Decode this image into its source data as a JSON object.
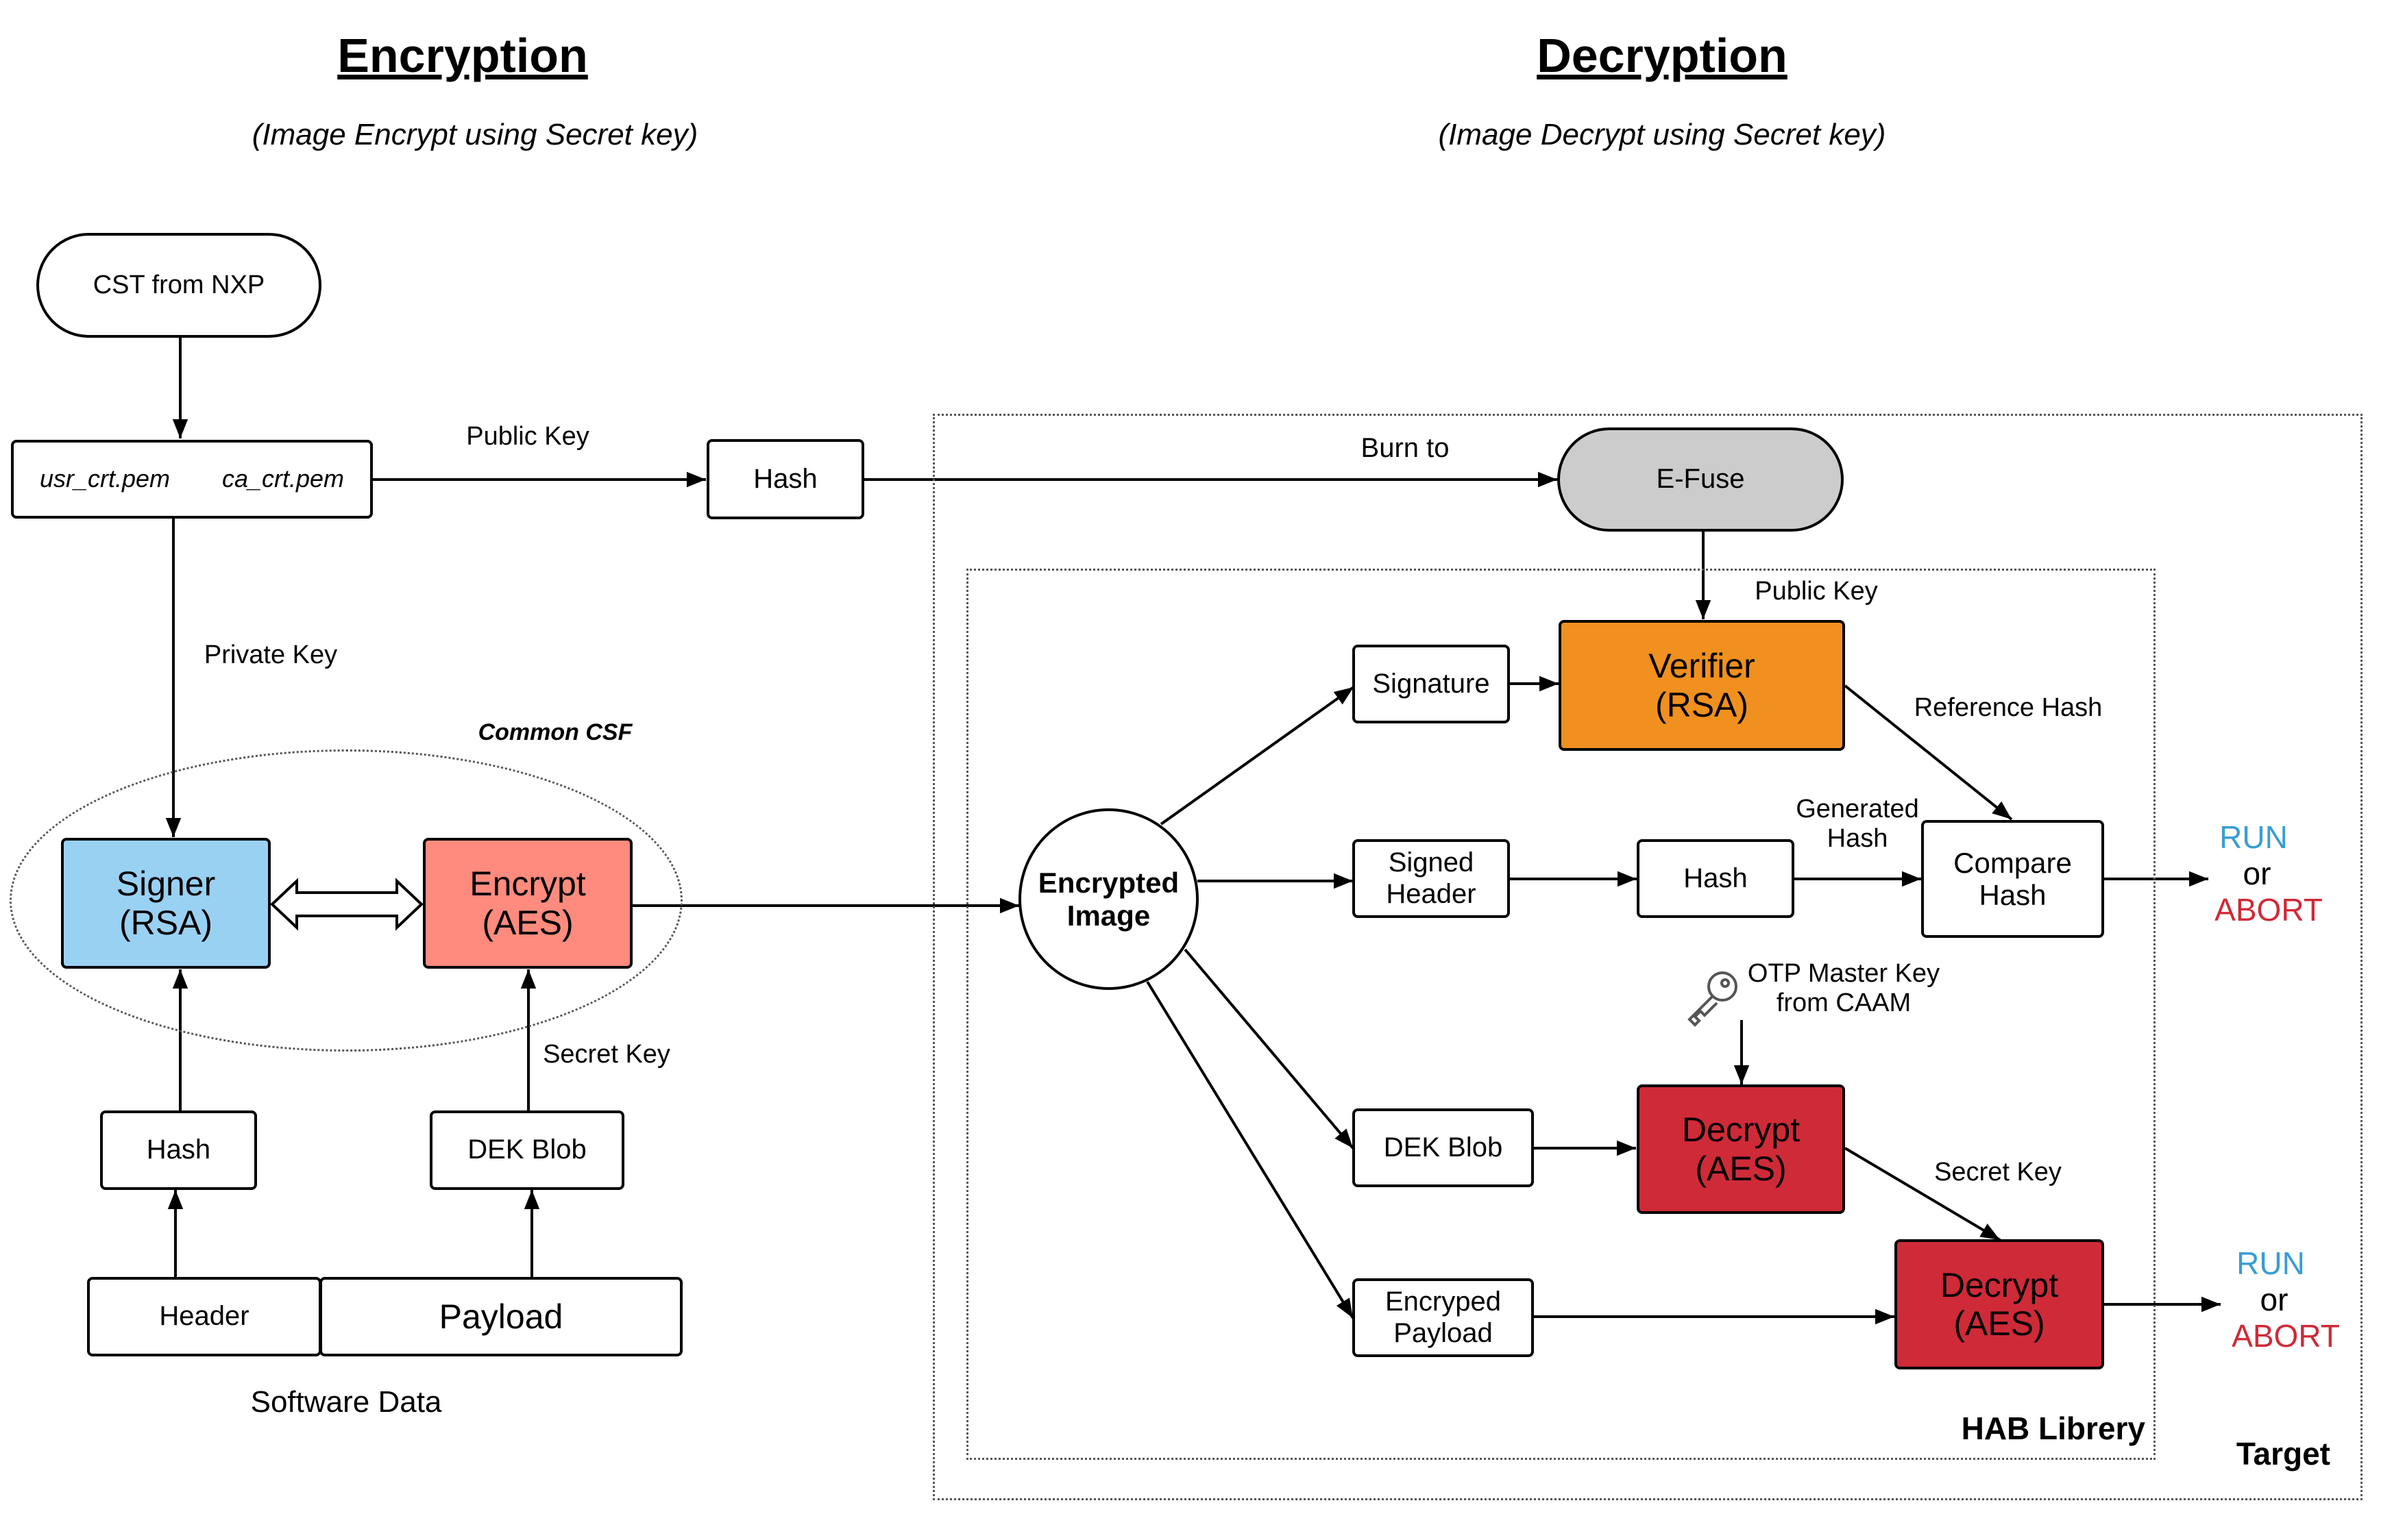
{
  "headings": {
    "encryption": "Encryption",
    "encryption_sub": "(Image Encrypt using Secret key)",
    "decryption": "Decryption",
    "decryption_sub": "(Image Decrypt using Secret key)"
  },
  "encryption": {
    "cst": "CST from NXP",
    "usr_crt": "usr_crt.pem",
    "ca_crt": "ca_crt.pem",
    "public_key_label": "Public Key",
    "hash_top": "Hash",
    "private_key_label": "Private Key",
    "common_csf": "Common CSF",
    "signer_line1": "Signer",
    "signer_line2": "(RSA)",
    "encrypt_line1": "Encrypt",
    "encrypt_line2": "(AES)",
    "secret_key_label": "Secret Key",
    "hash_bottom": "Hash",
    "dek_blob": "DEK Blob",
    "header": "Header",
    "payload": "Payload",
    "software_data": "Software Data"
  },
  "decryption": {
    "burn_to": "Burn to",
    "efuse": "E-Fuse",
    "public_key_label": "Public Key",
    "signature": "Signature",
    "verifier_line1": "Verifier",
    "verifier_line2": "(RSA)",
    "reference_hash": "Reference Hash",
    "encrypted_image_line1": "Encrypted",
    "encrypted_image_line2": "Image",
    "signed_header_line1": "Signed",
    "signed_header_line2": "Header",
    "hash": "Hash",
    "generated_hash_line1": "Generated",
    "generated_hash_line2": "Hash",
    "compare_hash_line1": "Compare",
    "compare_hash_line2": "Hash",
    "otp_line1": "OTP Master Key",
    "otp_line2": "from CAAM",
    "dek_blob": "DEK Blob",
    "decrypt1_line1": "Decrypt",
    "decrypt1_line2": "(AES)",
    "secret_key_label": "Secret Key",
    "encrypted_payload_line1": "Encryped",
    "encrypted_payload_line2": "Payload",
    "decrypt2_line1": "Decrypt",
    "decrypt2_line2": "(AES)",
    "hab_library": "HAB Librery",
    "target": "Target"
  },
  "outcomes": {
    "run": "RUN",
    "or": "or",
    "abort": "ABORT"
  },
  "colors": {
    "signer": "#99d1f3",
    "encrypt_aes": "#fe8b7d",
    "verifier": "#f0901f",
    "decrypt_aes": "#cf2a38",
    "efuse": "#cccccc",
    "run": "#3a9dd2",
    "abort": "#cf2a38"
  },
  "icons": {
    "key": "key-icon"
  }
}
